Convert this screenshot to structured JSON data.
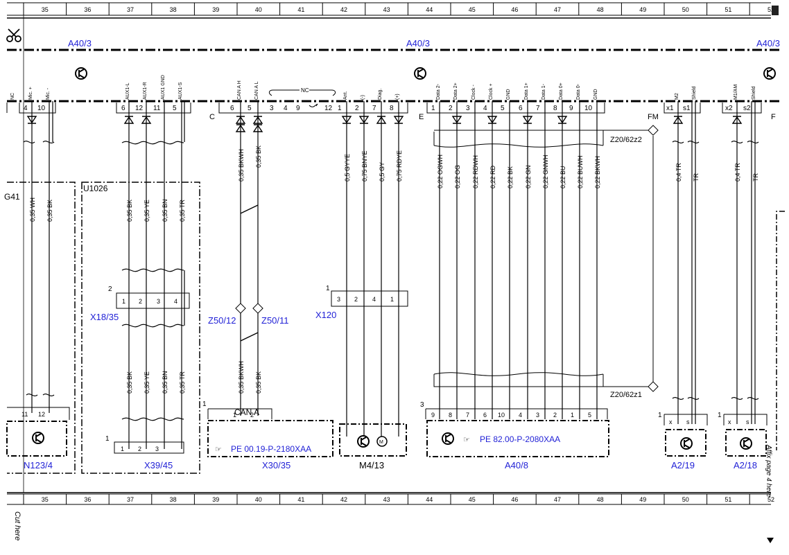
{
  "ruler_numbers": [
    "35",
    "36",
    "37",
    "38",
    "39",
    "40",
    "41",
    "42",
    "43",
    "44",
    "45",
    "46",
    "47",
    "48",
    "49",
    "50",
    "51",
    "52"
  ],
  "components": {
    "a40_3": "A40/3",
    "u1026": "U1026",
    "left_edge_label": "G41",
    "n123_4": "N123/4",
    "x39_45": "X39/45",
    "x18_35": "X18/35",
    "z50_12": "Z50/12",
    "z50_11": "Z50/11",
    "x120": "X120",
    "x30_35": "X30/35",
    "can_a": "CAN A",
    "m4_13": "M4/13",
    "a40_8": "A40/8",
    "z20_62z2": "Z20/62z2",
    "z20_62z1": "Z20/62z1",
    "a2_19": "A2/19",
    "a2_18": "A2/18"
  },
  "connector_letters": {
    "c": "C",
    "e": "E",
    "f": "F",
    "fm": "FM"
  },
  "references": {
    "pe_x30": "PE 00.19-P-2180XAA",
    "pe_a40": "PE 82.00-P-2080XAA"
  },
  "margin_text": {
    "cut_here": "Cut here",
    "affix": "Affix page 4 here"
  },
  "pin_labels": {
    "nc": "NC",
    "mic_plus": "Mic. +",
    "mic_minus": "Mic. -",
    "aux1_l": "AUX1-L",
    "aux1_r": "AUX1-R",
    "aux1_gnd": "AUX1 GND",
    "aux1_s": "AUX1-S",
    "can_a_h": "CAN A H",
    "can_a_l": "CAN A L",
    "nc_bracket": "NC",
    "ant": "Ant.",
    "minus": "(-)",
    "diag": "Diag.",
    "plus": "(+)",
    "data2_minus": "Data 2-",
    "data2_plus": "Data 2+",
    "clock_minus": "Clock -",
    "clock_plus": "Clock +",
    "gnd": "GND",
    "data1_plus": "Data 1+",
    "data1_minus": "Data 1-",
    "data0_plus": "Data 0+",
    "data0_minus": "Data 0-",
    "m2": "M2",
    "shield": "Shield",
    "m1am": "M1/AM"
  },
  "top_pins": {
    "mic": [
      "4",
      "10"
    ],
    "aux": [
      "6",
      "12",
      "11",
      "5"
    ],
    "can": [
      "6",
      "5"
    ],
    "nc_pins": [
      "3",
      "4",
      "9",
      "12"
    ],
    "x120_top": [
      "1",
      "2",
      "7",
      "8"
    ],
    "e": [
      "1",
      "2",
      "3",
      "4",
      "5",
      "6",
      "7",
      "8",
      "9",
      "10"
    ],
    "fm1": [
      "x1",
      "s1"
    ],
    "fm2": [
      "x2",
      "s2"
    ]
  },
  "wires": {
    "mic_top": [
      "0,35 WH",
      "0,35 BK"
    ],
    "aux_top": [
      "0,35 BK",
      "0,35 YE",
      "0,35 BN",
      "0,35 TR"
    ],
    "aux_bottom": [
      "0,35 BK",
      "0,35 YE",
      "0,35 BN",
      "0,35 TR"
    ],
    "can_top": [
      "0,35 BKWH",
      "0,35 BK"
    ],
    "can_bottom": [
      "0,35 BKWH",
      "0,35 BK"
    ],
    "x120": [
      "0,5 GYYE",
      "0,75 BNYE",
      "0,5 GY",
      "0,75 RDYE"
    ],
    "e_bus": [
      "0,22 OGWH",
      "0,22 OG",
      "0,22 RDWH",
      "0,22 RD",
      "0,22 BK",
      "0,22 GN",
      "0,22 GNWH",
      "0,22 BU",
      "0,22 BUWH",
      "0,22 BKWH"
    ],
    "fm": [
      "0,4 TR",
      "TR",
      "0,4 TR",
      "TR"
    ]
  },
  "bottom_pins": {
    "n123": [
      "11",
      "12"
    ],
    "x18_35": [
      "1",
      "2",
      "3",
      "4"
    ],
    "x18_35_num": "2",
    "x39_45": [
      "1",
      "2",
      "3"
    ],
    "x39_45_num": "1",
    "x30_35": [
      "1",
      "2"
    ],
    "x30_35_num": "1",
    "x120": [
      "3",
      "2",
      "4",
      "1"
    ],
    "x120_num": "1",
    "a40_8": [
      "9",
      "8",
      "7",
      "6",
      "10",
      "4",
      "3",
      "2",
      "1",
      "5"
    ],
    "a40_8_num": "3",
    "a2_19": [
      "x",
      "s"
    ],
    "a2_18": [
      "x",
      "s"
    ],
    "a2_num": "1"
  }
}
